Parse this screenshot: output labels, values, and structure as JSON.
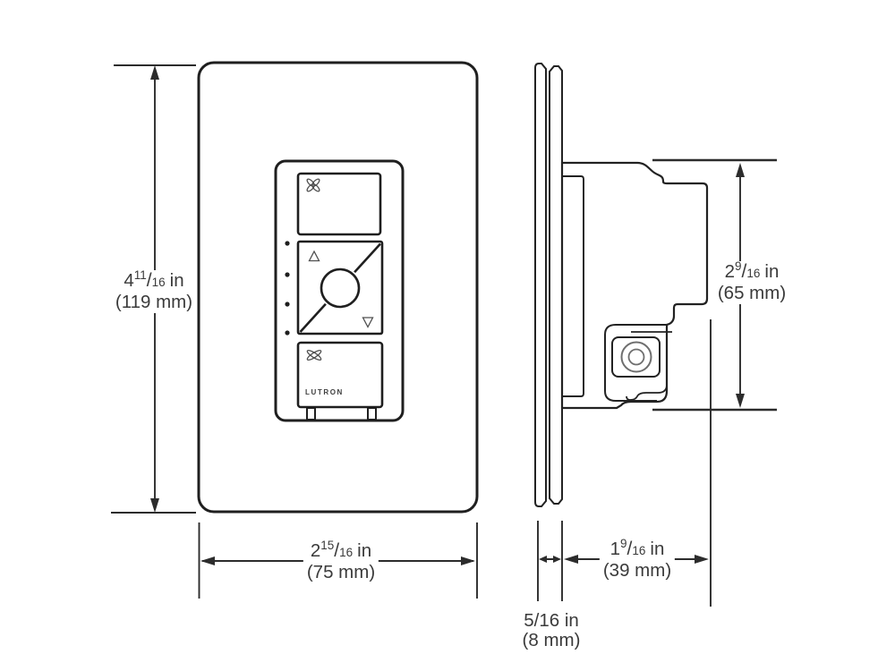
{
  "glyphs": {
    "fraction_slash": "/"
  },
  "front_view": {
    "brand_label": "LUTRON",
    "height_dimension": {
      "whole": "4",
      "numerator": "11",
      "denominator": "16",
      "unit": "in",
      "metric": "(119 mm)"
    },
    "width_dimension": {
      "whole": "2",
      "numerator": "15",
      "denominator": "16",
      "unit": "in",
      "metric": "(75 mm)"
    }
  },
  "side_view": {
    "height_dimension": {
      "whole": "2",
      "numerator": "9",
      "denominator": "16",
      "unit": "in",
      "metric": "(65 mm)"
    },
    "depth_dimension": {
      "whole": "1",
      "numerator": "9",
      "denominator": "16",
      "unit": "in",
      "metric": "(39 mm)"
    },
    "thickness_dimension": {
      "value": "5/16 in",
      "metric": "(8 mm)"
    }
  },
  "icons": {
    "top_button": "fan-icon",
    "bottom_button": "fan-off-icon",
    "rocker_top": "triangle-up-icon",
    "rocker_bottom": "triangle-down-icon"
  },
  "colors": {
    "outline": "#1f1f1f",
    "dimension_line": "#2c2c2c",
    "icon_stroke": "#4f4f4f",
    "clamp_screw": "#6e6e6e",
    "text": "#3a3a3a",
    "background": "#ffffff"
  }
}
